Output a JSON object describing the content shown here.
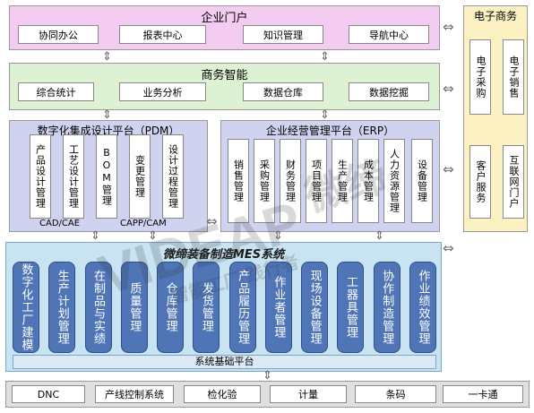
{
  "portal": {
    "title": "企业门户",
    "items": [
      "协同办公",
      "报表中心",
      "知识管理",
      "导航中心"
    ]
  },
  "bi": {
    "title": "商务智能",
    "items": [
      "综合统计",
      "业务分析",
      "数据仓库",
      "数据挖掘"
    ]
  },
  "ecommerce": {
    "title": "电子商务",
    "items": [
      "电子采购",
      "电子销售",
      "客户服务",
      "互联网门户"
    ]
  },
  "pdm": {
    "title": "数字化集成设计平台（PDM）",
    "items": [
      "产品设计管理",
      "工艺设计管理",
      "BOM管理",
      "变更管理",
      "设计过程管理"
    ],
    "tools": [
      "CAD/CAE",
      "CAPP/CAM"
    ]
  },
  "erp": {
    "title": "企业经营管理平台（ERP）",
    "items": [
      "销售管理",
      "采购管理",
      "财务管理",
      "项目管理",
      "生产管理",
      "成本管理",
      "人力资源管理",
      "设备管理"
    ]
  },
  "mes": {
    "title": "微缔装备制造MES系统",
    "items": [
      "数字化工厂建模",
      "生产计划管理",
      "在制品与实绩",
      "质量管理",
      "仓库管理",
      "发货管理",
      "产品履历管理",
      "作业者管理",
      "现场设备管理",
      "工器具管理",
      "协作制造管理",
      "作业绩效管理"
    ],
    "base": "系统基础平台"
  },
  "bottom": {
    "items": [
      "DNC",
      "产线控制系统",
      "检化验",
      "计量",
      "条码",
      "一卡通"
    ]
  },
  "watermark": "VIDEAP 微缔 智能工厂 践行者",
  "colors": {
    "portal_bg": "#f4ccf2",
    "bi_bg": "#dcf2d3",
    "ec_bg": "#fbf1c2",
    "pdm_bg": "#cfd3f0",
    "mes_bg": "#c8e3f1",
    "mes_item": "#4f75b7",
    "bottom_bg": "#e0e0e0"
  }
}
